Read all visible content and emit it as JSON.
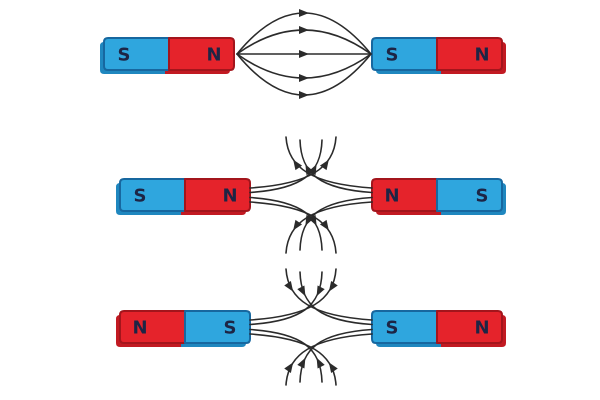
{
  "diagram": {
    "background": "#ffffff",
    "line_color": "#2b2b2b",
    "label_color": "#1d2545",
    "colors": {
      "red": "#e5232b",
      "red_outline": "#a3151c",
      "red_shade": "#c21a22",
      "blue": "#2fa6de",
      "blue_outline": "#17679f",
      "blue_shade": "#1f87bf"
    },
    "rows": [
      {
        "name": "attraction-n-s",
        "interaction": "attraction",
        "facing_poles": "N-S",
        "field_line_count": 5,
        "arrow_direction": "left-to-right, from N pole into S pole",
        "left_magnet": {
          "halves": [
            {
              "pole": "S",
              "color": "blue"
            },
            {
              "pole": "N",
              "color": "red"
            }
          ]
        },
        "right_magnet": {
          "halves": [
            {
              "pole": "S",
              "color": "blue"
            },
            {
              "pole": "N",
              "color": "red"
            }
          ]
        }
      },
      {
        "name": "repulsion-n-n",
        "interaction": "repulsion",
        "facing_poles": "N-N",
        "field_line_count": 8,
        "arrow_direction": "outward, away from the gap (up and down)",
        "left_magnet": {
          "halves": [
            {
              "pole": "S",
              "color": "blue"
            },
            {
              "pole": "N",
              "color": "red"
            }
          ]
        },
        "right_magnet": {
          "halves": [
            {
              "pole": "N",
              "color": "red"
            },
            {
              "pole": "S",
              "color": "blue"
            }
          ]
        }
      },
      {
        "name": "repulsion-s-s",
        "interaction": "repulsion",
        "facing_poles": "S-S",
        "field_line_count": 8,
        "arrow_direction": "inward, from above and below into the S poles",
        "left_magnet": {
          "halves": [
            {
              "pole": "N",
              "color": "red"
            },
            {
              "pole": "S",
              "color": "blue"
            }
          ]
        },
        "right_magnet": {
          "halves": [
            {
              "pole": "S",
              "color": "blue"
            },
            {
              "pole": "N",
              "color": "red"
            }
          ]
        }
      }
    ]
  }
}
